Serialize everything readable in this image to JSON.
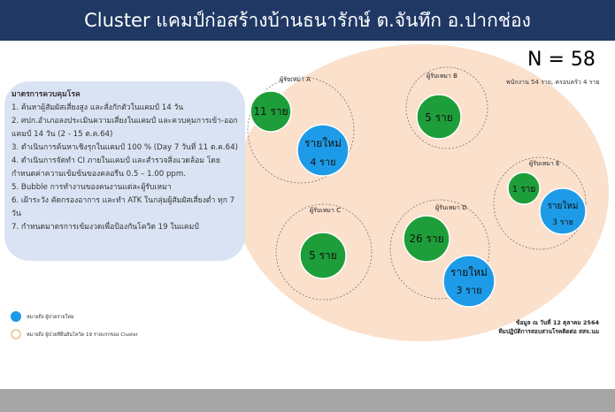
{
  "title": "Cluster แคมป์ก่อสร้างบ้านธนารักษ์ ต.จันทึก อ.ปากช่อง",
  "measures": {
    "heading": "มาตรการควบคุมโรค",
    "items": [
      "1. ค้นหาผู้สัมผัสเสี่ยงสูง และสั่งกักตัวในแคมป์ 14 วัน",
      "2. ศปก.อำเภอลงประเมินความเสี่ยงในแคมป์ และควบคุมการเข้า-ออกแคมป์ 14 วัน (2 - 15 ต.ค.64)",
      "3. ดำเนินการค้นหาเชิงรุกในแคมป์ 100 % (Day 7 วันที่ 11 ต.ค.64)",
      "4. ดำเนินการจัดทำ CI ภายในแคมป์ และสำรวจสิ่งแวดล้อม โดยกำหนดค่าความเข้มข้นของคลอรีน 0.5 – 1.00 ppm.",
      "5. Bubble การทำงานของคนงานแต่ละผู้รับเหมา",
      "6. เฝ้าระวัง คัดกรองอาการ และทำ ATK ในกลุ่มผู้สัมผัสเสี่ยงต่ำ ทุก 7 วัน",
      "7. กำหนดมาตรการเข้มงวดเพื่อป้องกันโควิด 19  ในแคมป์"
    ]
  },
  "total": "N = 58",
  "total_sub": "พนักงาน 54 ราย, ครอบครัว 4 ราย",
  "bubbles": {
    "a": {
      "label": "ผู้รับเหมา A",
      "old": "11 ราย",
      "new1": "รายใหม่",
      "new2": "4 ราย"
    },
    "b": {
      "label": "ผู้รับเหมา B",
      "old": "5 ราย"
    },
    "c": {
      "label": "ผู้รับเหมา C",
      "old": "5 ราย"
    },
    "d": {
      "label": "ผู้รับเหมา D",
      "old": "26 ราย",
      "new1": "รายใหม่",
      "new2": "3 ราย"
    },
    "e": {
      "label": "ผู้รับเหมา E",
      "old": "1 ราย",
      "new1": "รายใหม่",
      "new2": "3 ราย"
    }
  },
  "legend": {
    "new": "หมายถึง ผู้ป่วยรายใหม่",
    "bubble": "หมายถึง ผู้ป่วยที่ยืนยันโควิด 19 รายแรกของ Cluster"
  },
  "source": {
    "line1": "ข้อมูล ณ วันที่ 12 ตุลาคม 2564",
    "line2": "ทีมปฏิบัติการสอบสวนโรคติดต่อ สสจ.นม"
  },
  "colors": {
    "header": "#1f3864",
    "green": "#1e9e3a",
    "blue": "#1e9be8",
    "peach": "#fbe0cc"
  }
}
